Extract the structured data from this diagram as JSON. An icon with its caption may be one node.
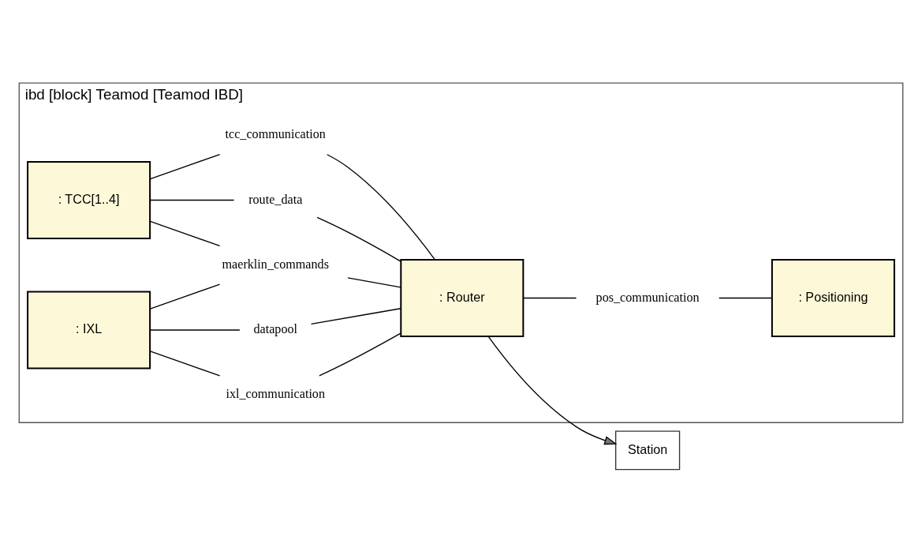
{
  "diagram": {
    "nodes": [
      {
        "text": [
          "ibd [block] Teamod [Teamod IBD]"
        ]
      },
      {
        "text": [
          ": TCC[1..4]"
        ],
        "in": 0
      },
      {
        "text": [
          ": Router"
        ],
        "in": 0
      },
      {
        "text": [
          ": IXL"
        ],
        "in": 0
      },
      {
        "text": [
          ": Positioning"
        ],
        "in": 0
      },
      {
        "text": [
          "Station"
        ]
      },
      {
        "text": [
          "route_data"
        ],
        "in": 0
      },
      {
        "text": [
          "tcc_communication"
        ],
        "in": 0
      },
      {
        "text": [
          "ixl_communication"
        ],
        "in": 0
      },
      {
        "text": [
          "datapool"
        ],
        "in": 0
      },
      {
        "text": [
          "maerklin_commands"
        ],
        "in": 0
      },
      {
        "text": [
          "pos_communication"
        ],
        "in": 0
      }
    ],
    "edges": [
      {
        "from": 1,
        "to": 6,
        "arrow": "none"
      },
      {
        "from": 6,
        "to": 2,
        "arrow": "none"
      },
      {
        "from": 1,
        "to": 7,
        "arrow": "none"
      },
      {
        "from": 7,
        "to": 2,
        "arrow": "none"
      },
      {
        "from": 3,
        "to": 8,
        "arrow": "none"
      },
      {
        "from": 8,
        "to": 2,
        "arrow": "none"
      },
      {
        "from": 3,
        "to": 9,
        "arrow": "none"
      },
      {
        "from": 9,
        "to": 2,
        "arrow": "none"
      },
      {
        "from": 1,
        "to": 10,
        "arrow": "none"
      },
      {
        "from": 3,
        "to": 10,
        "arrow": "none"
      },
      {
        "from": 10,
        "to": 2,
        "arrow": "none"
      },
      {
        "from": 2,
        "to": 11,
        "arrow": "none"
      },
      {
        "from": 11,
        "to": 4,
        "arrow": "none"
      },
      {
        "from": 2,
        "to": 5,
        "arrow": "to"
      }
    ]
  }
}
